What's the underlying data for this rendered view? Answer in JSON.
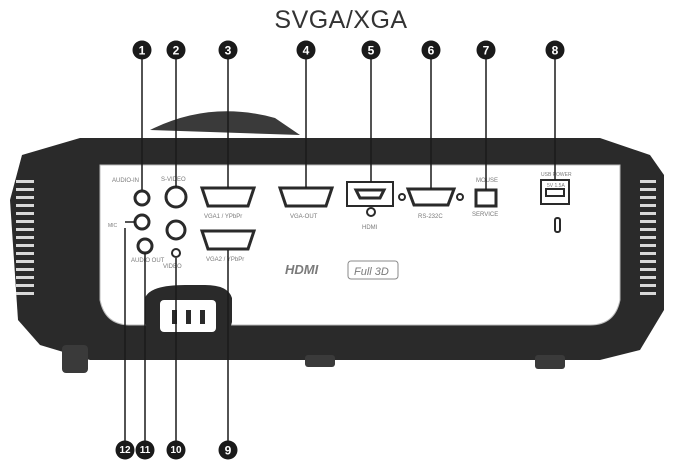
{
  "title": "SVGA/XGA",
  "port_labels": {
    "audio_in": "AUDIO-IN",
    "s_video": "S-VIDEO",
    "vga1": "VGA1 / YPbPr",
    "vga_out": "VGA-OUT",
    "hdmi": "HDMI",
    "rs232c": "RS-232C",
    "mouse": "MOUSE",
    "service": "SERVICE",
    "usb_power": "USB POWER",
    "usb_power_sub": "5V 1.5A",
    "vga2": "VGA2 / YPbPr",
    "video": "VIDEO",
    "audio_out": "AUDIO OUT",
    "mic": "MIC",
    "hdmi_logo": "HDMI",
    "full3d_logo": "Full 3D"
  },
  "callouts": [
    {
      "number": "1"
    },
    {
      "number": "2"
    },
    {
      "number": "3"
    },
    {
      "number": "4"
    },
    {
      "number": "5"
    },
    {
      "number": "6"
    },
    {
      "number": "7"
    },
    {
      "number": "8"
    },
    {
      "number": "9"
    },
    {
      "number": "10"
    },
    {
      "number": "11"
    },
    {
      "number": "12"
    }
  ],
  "colors": {
    "callout_fill": "#1a1a1a",
    "leader_line": "#1a1a1a",
    "body_fill": "#2a2a2a",
    "panel_fill": "#ffffff",
    "port_stroke": "#2a2a2a"
  }
}
